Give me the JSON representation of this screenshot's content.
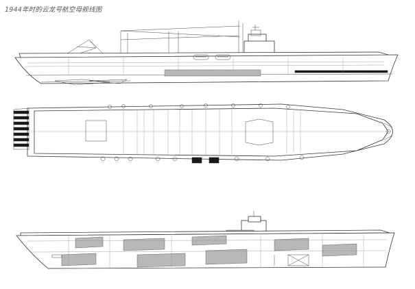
{
  "title": "1944年时的云龙号航空母舰线图",
  "colors": {
    "background": "#ffffff",
    "line": "#333333",
    "title_text": "#555555",
    "camouflage_dark": "#5a5a5a",
    "camouflage_light": "#b8b8b8"
  },
  "views": [
    {
      "name": "side-profile-view"
    },
    {
      "name": "deck-plan-view"
    },
    {
      "name": "camouflage-profile-view"
    }
  ]
}
